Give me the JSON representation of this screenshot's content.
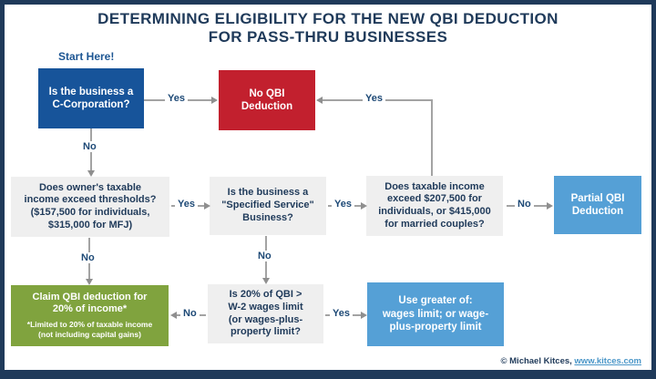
{
  "header": {
    "title_line1": "DETERMINING ELIGIBILITY FOR THE NEW QBI DEDUCTION",
    "title_line2": "FOR PASS-THRU BUSINESSES"
  },
  "flow": {
    "start_label": "Start Here!",
    "boxes": {
      "c_corp": "Is the business a\nC-Corporation?",
      "no_qbi": "No QBI\nDeduction",
      "owner_threshold": "Does owner's taxable\nincome exceed thresholds?\n($157,500 for individuals,\n$315,000 for MFJ)",
      "specified_service": "Is the business a\n\"Specified Service\"\nBusiness?",
      "taxable_income": "Does taxable income\nexceed $207,500 for\nindividuals, or $415,000\nfor married couples?",
      "partial_qbi": "Partial QBI\nDeduction",
      "claim_qbi_main": "Claim QBI deduction for\n20% of income*",
      "claim_qbi_note": "*Limited to 20% of taxable income\n(not including capital gains)",
      "wages_limit": "Is 20% of QBI >\nW-2 wages limit\n(or wages-plus-\nproperty limit?",
      "use_greater": "Use greater of:\nwages limit; or wage-\nplus-property limit"
    },
    "edges": {
      "ccorp_yes": "Yes",
      "ccorp_no": "No",
      "taxable_to_noqbi_yes": "Yes",
      "owner_yes": "Yes",
      "owner_no": "No",
      "specified_yes": "Yes",
      "specified_no": "No",
      "taxable_no": "No",
      "wages_no": "No",
      "wages_yes": "Yes"
    }
  },
  "footer": {
    "copyright": "© Michael Kitces,",
    "link": "www.kitces.com"
  },
  "colors": {
    "navy": "#1f3a5a",
    "dark_blue_box": "#17549a",
    "red_box": "#c2202e",
    "light_blue_box": "#55a0d6",
    "green_box": "#80a33e",
    "gray_box": "#efefef",
    "edge_label_blue": "#1d4976",
    "line_gray": "#a3a3a3",
    "link_blue": "#4a96c8"
  }
}
